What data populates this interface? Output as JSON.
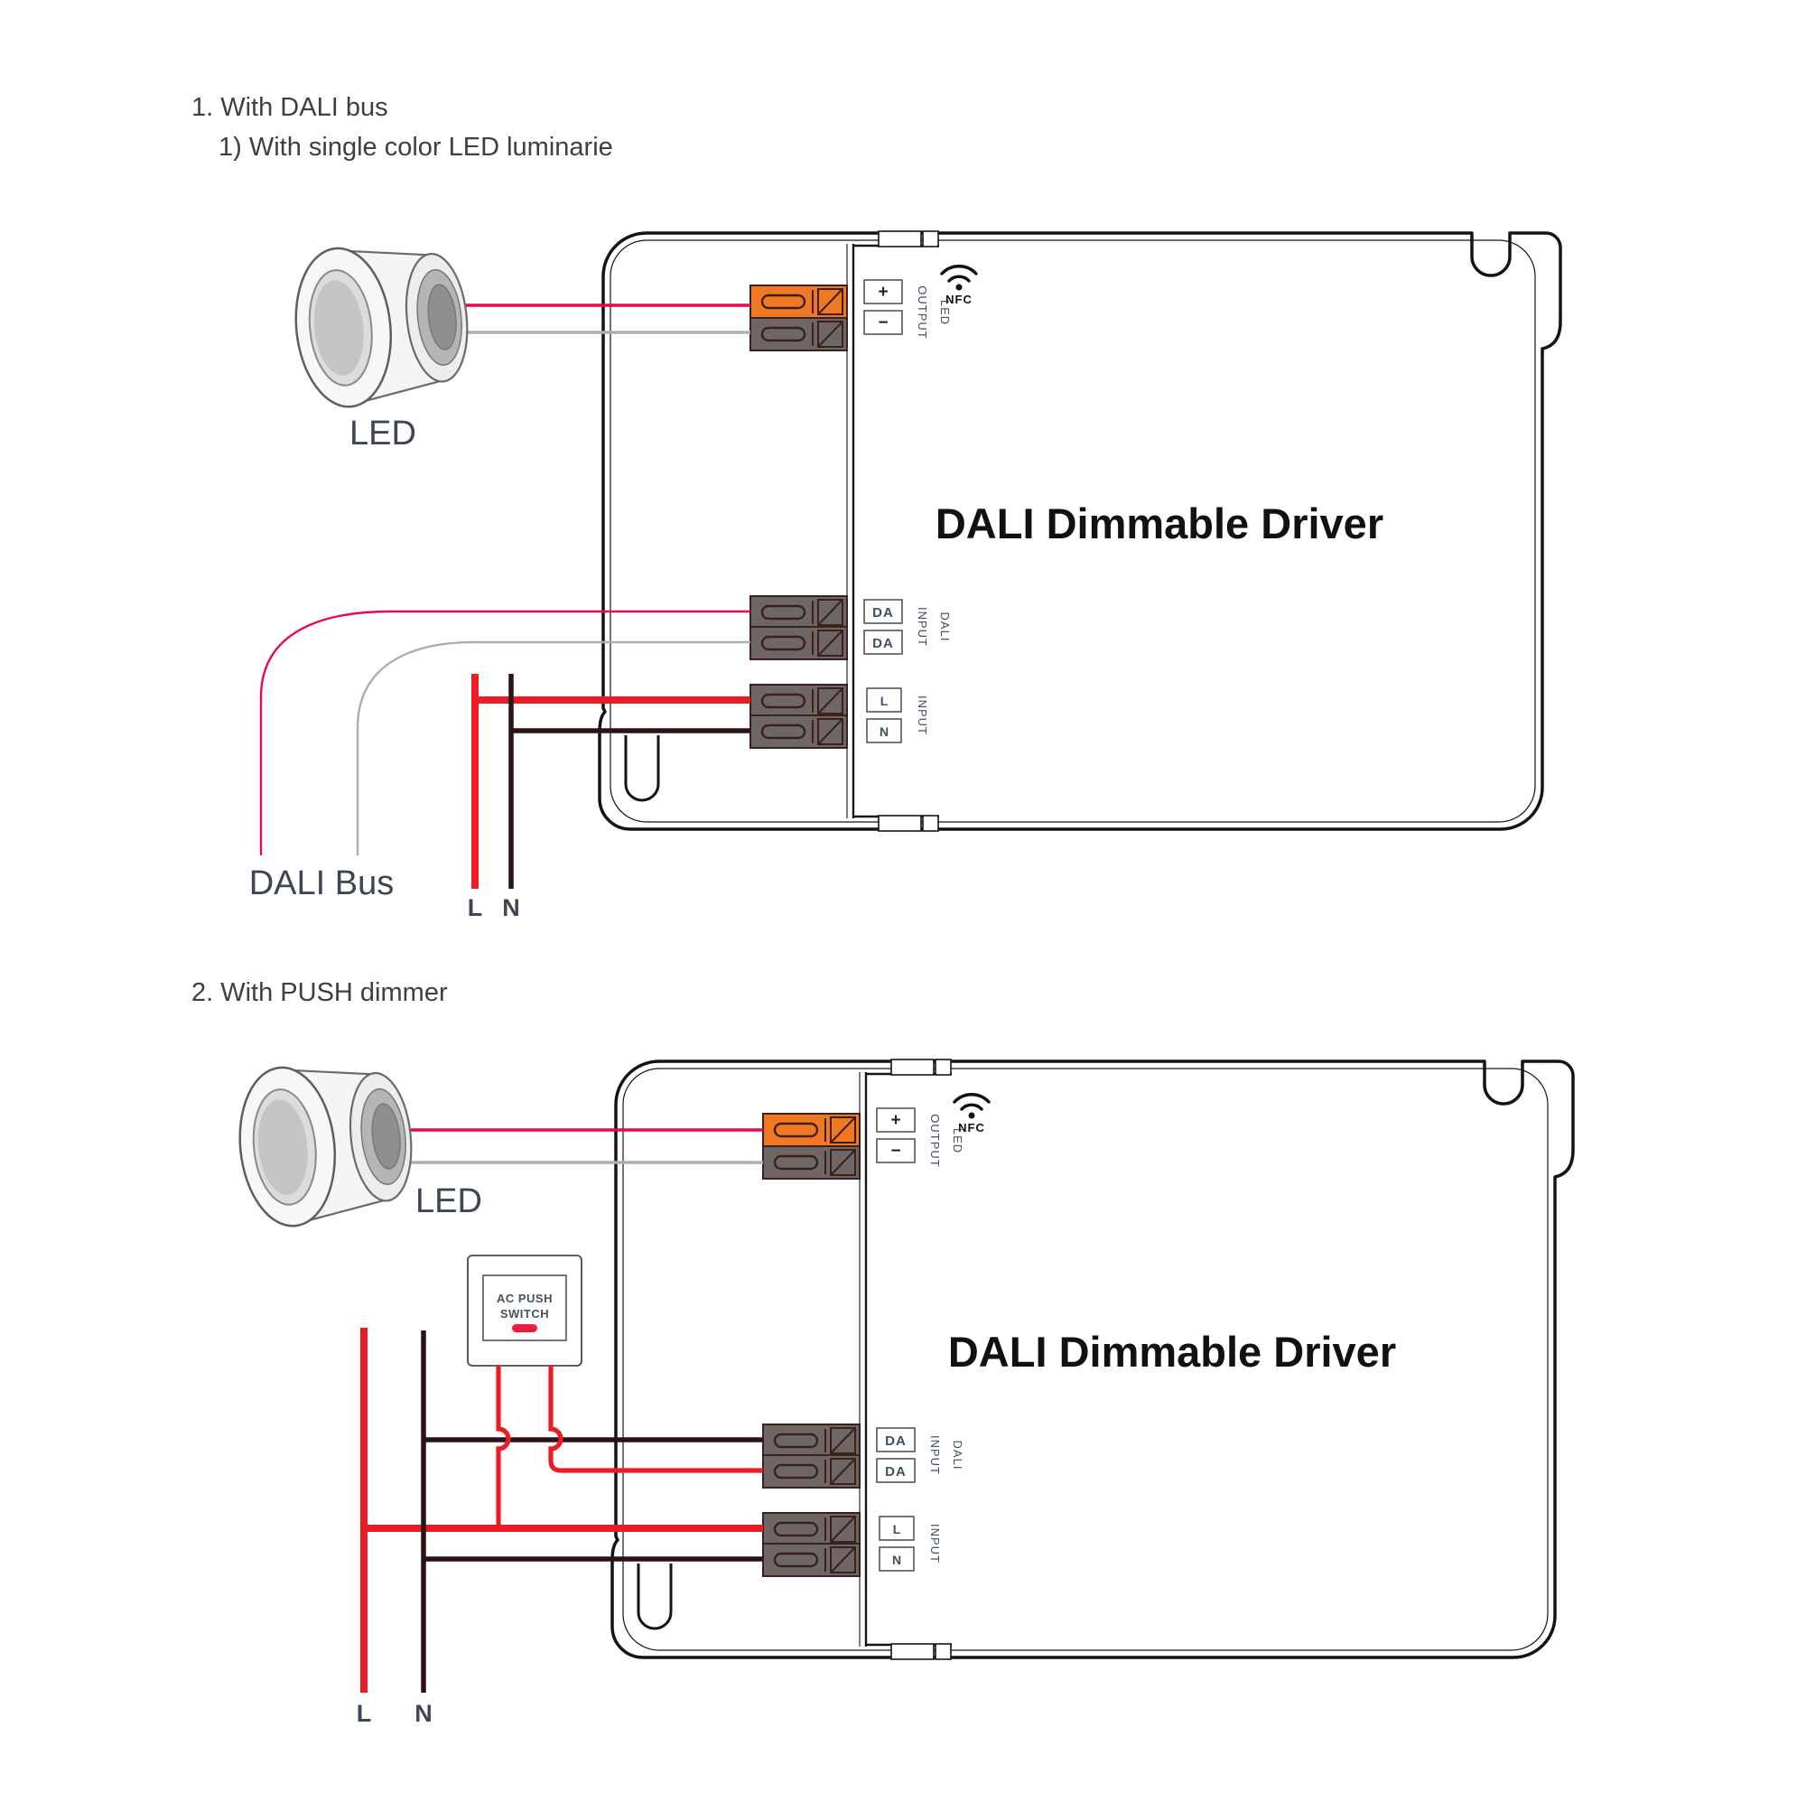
{
  "colors": {
    "wire_red_thick": "#ed1c24",
    "wire_red_signal": "#e8094a",
    "wire_gray": "#b5abab",
    "wire_dark": "#2d1414",
    "terminal_orange": "#f07822",
    "terminal_gray": "#6f6764",
    "terminal_outline": "#3c2020",
    "label_color": "#3c4654",
    "title_color": "#111111"
  },
  "section1": {
    "heading": "1. With DALI bus",
    "subheading": "1) With single color LED luminarie",
    "led_label": "LED",
    "dali_bus_label": "DALI Bus",
    "line_label": "L",
    "neutral_label": "N"
  },
  "section2": {
    "heading": "2. With PUSH dimmer",
    "led_label": "LED",
    "switch_label_line1": "AC PUSH",
    "switch_label_line2": "SWITCH",
    "line_label": "L",
    "neutral_label": "N"
  },
  "driver": {
    "title": "DALI Dimmable Driver",
    "nfc_label": "NFC",
    "plus_label": "+",
    "minus_label": "−",
    "output_label": "OUTPUT",
    "output_led_label": "LED",
    "da_label": "DA",
    "dali_label": "DALI",
    "input_label": "INPUT",
    "line_label": "L",
    "neutral_label": "N"
  }
}
